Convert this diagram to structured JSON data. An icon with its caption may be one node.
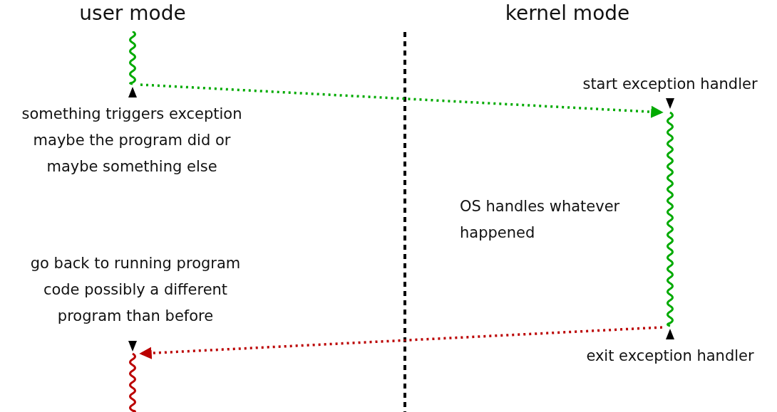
{
  "diagram": {
    "nodes": [
      {
        "text": [],
        "shape": "wave",
        "beside": [
          "something triggers exception maybe the program did or maybe something else"
        ]
      },
      {
        "text": [],
        "shape": "wave",
        "beside": [
          "start exception handler",
          "exit exception handler"
        ]
      },
      {
        "text": [],
        "shape": "wave",
        "beside": [
          "go back to running program code possibly a different program than before"
        ]
      }
    ],
    "edges": [
      {
        "from": 0,
        "to": 1,
        "arrow": "to",
        "style": "dashed",
        "color": "#00aa00"
      },
      {
        "from": 1,
        "to": 2,
        "arrow": "to",
        "style": "dashed",
        "color": "#bb0000"
      }
    ],
    "labels": [
      "user mode",
      "kernel mode",
      "OS handles whatever happened"
    ]
  }
}
